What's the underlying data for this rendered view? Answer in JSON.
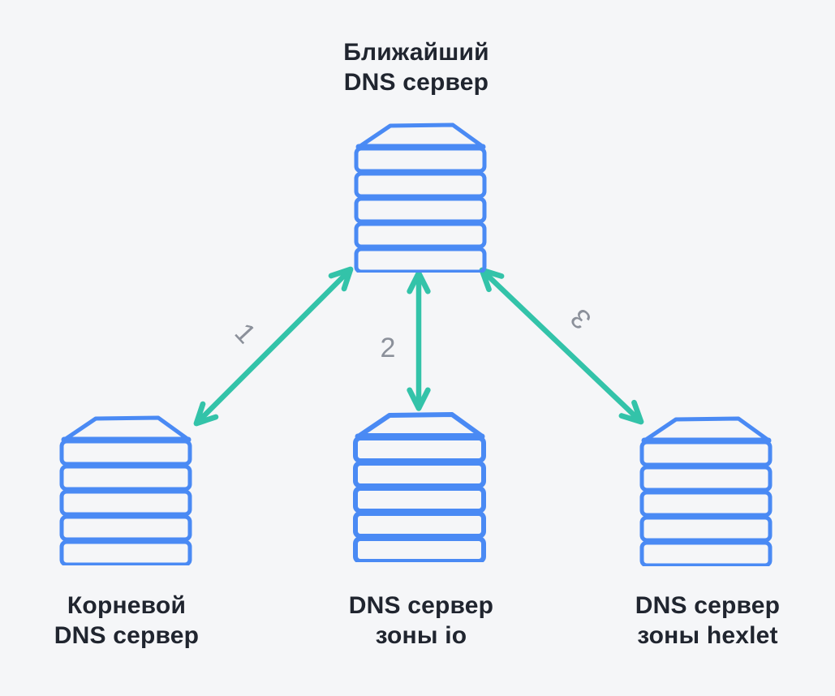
{
  "page": {
    "kind": "hand-drawn network diagram",
    "language": "ru",
    "topic": "DNS resolution: nearest DNS server querying root and zone DNS servers"
  },
  "colors": {
    "background": "#f5f6f8",
    "server_stroke": "#4a8af4",
    "arrow": "#33c3a9",
    "edge_number": "#8b909a",
    "label_text": "#20252f"
  },
  "nodes": {
    "nearest": {
      "icon": "server-stack-icon",
      "label_line1": "Ближайший",
      "label_line2": "DNS сервер",
      "position": "top-center"
    },
    "root": {
      "icon": "server-stack-icon",
      "label_line1": "Корневой",
      "label_line2": "DNS сервер",
      "position": "bottom-left"
    },
    "zone_io": {
      "icon": "server-stack-icon",
      "label_line1": "DNS сервер",
      "label_line2": "зоны io",
      "position": "bottom-center"
    },
    "zone_hexlet": {
      "icon": "server-stack-icon",
      "label_line1": "DNS сервер",
      "label_line2": "зоны hexlet",
      "position": "bottom-right"
    }
  },
  "edges": [
    {
      "label": "1",
      "from": "nearest",
      "to": "root",
      "style": "double-headed-arrow"
    },
    {
      "label": "2",
      "from": "nearest",
      "to": "zone_io",
      "style": "double-headed-arrow"
    },
    {
      "label": "3",
      "from": "nearest",
      "to": "zone_hexlet",
      "style": "double-headed-arrow"
    }
  ]
}
